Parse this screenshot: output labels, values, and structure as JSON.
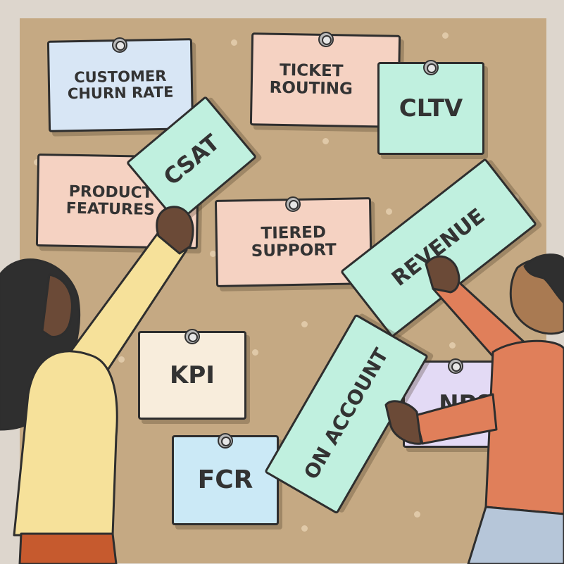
{
  "notes": {
    "customer_churn_rate": "CUSTOMER CHURN RATE",
    "ticket_routing": "TICKET ROUTING",
    "cltv": "CLTV",
    "product_features": "PRODUCT FEATURES",
    "csat": "CSAT",
    "tiered_support": "TIERED SUPPORT",
    "revenue": "REVENUE",
    "kpi": "KPI",
    "on_account": "ON ACCOUNT",
    "nps": "NPS",
    "fcr": "FCR"
  },
  "colors": {
    "board": "#c5a983",
    "frame": "#ddd6cd",
    "note_blue": "#d8e6f5",
    "note_peach": "#f5d2c2",
    "note_mint": "#c0f0df",
    "note_cream": "#f8eddc",
    "note_sky": "#cbe9f6",
    "note_lavender": "#e3daf5",
    "outline": "#2e2e2e"
  },
  "icons": [
    "pushpin-icon"
  ]
}
